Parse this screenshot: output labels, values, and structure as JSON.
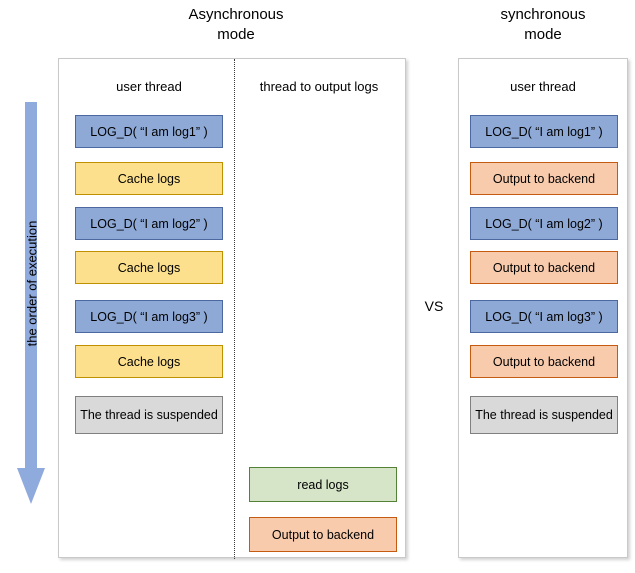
{
  "titles": {
    "async": "Asynchronous\nmode",
    "async_line1": "Asynchronous",
    "async_line2": "mode",
    "sync_line1": "synchronous",
    "sync_line2": "mode"
  },
  "vs_label": "VS",
  "order_arrow": {
    "label": "the order of execution",
    "color": "#8FAADC",
    "direction": "down"
  },
  "colors": {
    "blue_fill": "#8EA9D6",
    "blue_border": "#4C68A0",
    "yellow_fill": "#FCE08E",
    "yellow_border": "#BF9000",
    "orange_fill": "#F8CBAD",
    "orange_border": "#C55A11",
    "green_fill": "#D6E4C8",
    "green_border": "#538135",
    "gray_fill": "#D9D9D9",
    "gray_border": "#808080",
    "panel_border": "#C9C9C9",
    "divider": "#3A3A3A"
  },
  "async_panel": {
    "columns": [
      {
        "header": "user thread",
        "boxes": [
          {
            "label": "LOG_D( “I am log1” )",
            "style": "blue"
          },
          {
            "label": "Cache logs",
            "style": "yellow"
          },
          {
            "label": "LOG_D( “I am log2” )",
            "style": "blue"
          },
          {
            "label": "Cache logs",
            "style": "yellow"
          },
          {
            "label": "LOG_D( “I am log3” )",
            "style": "blue"
          },
          {
            "label": "Cache logs",
            "style": "yellow"
          },
          {
            "label": "The thread is suspended",
            "style": "gray"
          }
        ]
      },
      {
        "header": "thread to output logs",
        "boxes": [
          {
            "label": "read logs",
            "style": "green"
          },
          {
            "label": "Output to backend",
            "style": "orange"
          }
        ]
      }
    ]
  },
  "sync_panel": {
    "columns": [
      {
        "header": "user thread",
        "boxes": [
          {
            "label": "LOG_D( “I am log1” )",
            "style": "blue"
          },
          {
            "label": "Output to backend",
            "style": "orange"
          },
          {
            "label": "LOG_D( “I am log2” )",
            "style": "blue"
          },
          {
            "label": "Output to backend",
            "style": "orange"
          },
          {
            "label": "LOG_D( “I am log3” )",
            "style": "blue"
          },
          {
            "label": "Output to backend",
            "style": "orange"
          },
          {
            "label": "The thread is suspended",
            "style": "gray"
          }
        ]
      }
    ]
  }
}
